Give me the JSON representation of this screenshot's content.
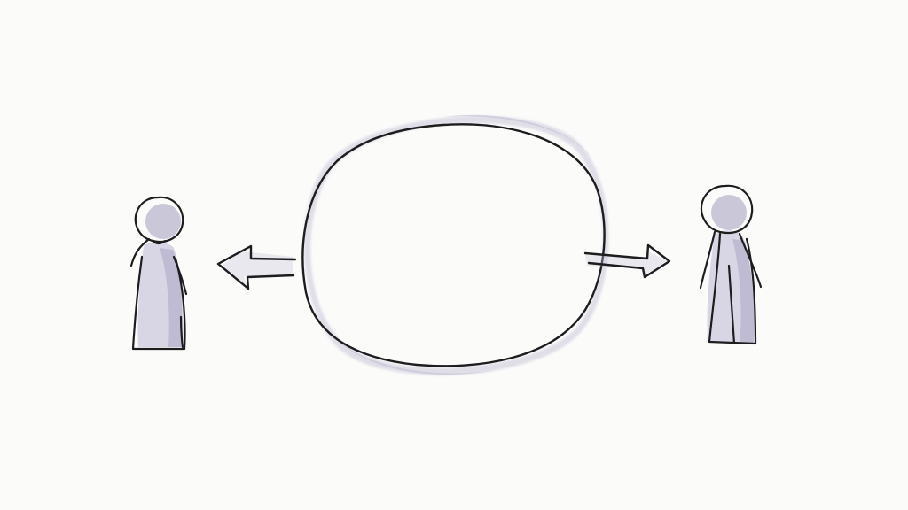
{
  "colors": {
    "background": "#fbfbfa",
    "ink": "#1d1d1f",
    "wash": "#c9c7d9"
  },
  "elements": {
    "left_figure": "person-figure",
    "right_figure": "person-figure",
    "left_arrow": "arrow-left-icon",
    "right_arrow": "arrow-right-icon",
    "center_shape": "circle"
  }
}
